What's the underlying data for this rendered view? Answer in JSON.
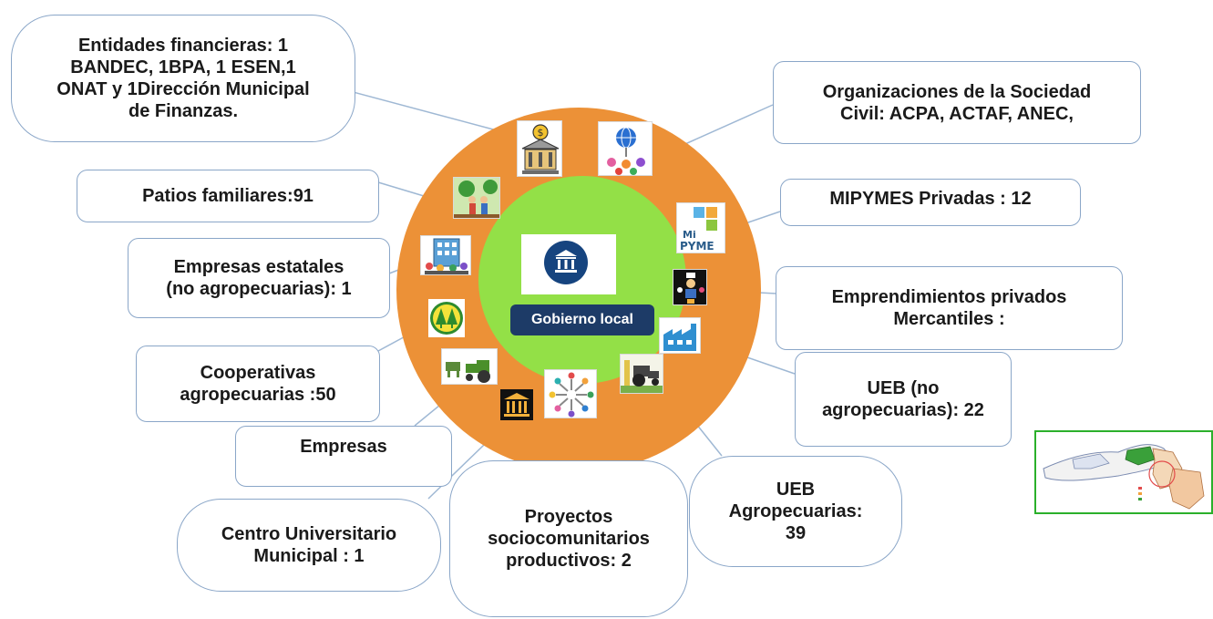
{
  "center": {
    "label": "Gobierno local",
    "icon": "bank-building-icon"
  },
  "nodes": [
    {
      "id": "entidades-financieras",
      "label": "Entidades financieras: 1\nBANDEC,  1BPA, 1 ESEN,1\nONAT y 1Dirección Municipal\nde Finanzas.",
      "icon": "bank-dollar-icon"
    },
    {
      "id": "organizaciones-sociedad-civil",
      "label": "Organizaciones de la Sociedad\nCivil: ACPA, ACTAF, ANEC,",
      "icon": "globe-network-icon"
    },
    {
      "id": "patios-familiares",
      "label": "Patios familiares:91",
      "icon": "family-garden-icon"
    },
    {
      "id": "mipymes-privadas",
      "label": "MIPYMES  Privadas : 12",
      "icon": "mipyme-logo-icon"
    },
    {
      "id": "empresas-estatales",
      "label": "Empresas estatales\n(no agropecuarias): 1",
      "icon": "office-building-icon"
    },
    {
      "id": "emprendimientos-privados",
      "label": "Emprendimientos privados\nMercantiles :",
      "icon": "entrepreneur-icon"
    },
    {
      "id": "cooperativas-agropecuarias",
      "label": "Cooperativas\nagropecuarias :50",
      "icon": "cooperative-trees-icon"
    },
    {
      "id": "ueb-no-agropecuarias",
      "label": "UEB (no\nagropecuarias): 22",
      "icon": "factory-icon"
    },
    {
      "id": "empresas",
      "label": "Empresas",
      "icon": "tractor-cow-icon"
    },
    {
      "id": "centro-universitario",
      "label": "Centro Universitario\nMunicipal : 1",
      "icon": "university-icon"
    },
    {
      "id": "proyectos-sociocomunitarios",
      "label": "Proyectos\nsociocomunitarios\nproductivos: 2",
      "icon": "community-people-icon"
    },
    {
      "id": "ueb-agropecuarias",
      "label": "UEB\nAgropecuarias:\n39",
      "icon": "tractor-field-icon"
    }
  ],
  "inset": {
    "icon": "municipality-map-icon"
  },
  "colors": {
    "ring": "#ec9137",
    "core": "#93e047",
    "label_bg": "#1d3b67",
    "box_border": "#8aa6c8",
    "map_border": "#2bb02b"
  }
}
